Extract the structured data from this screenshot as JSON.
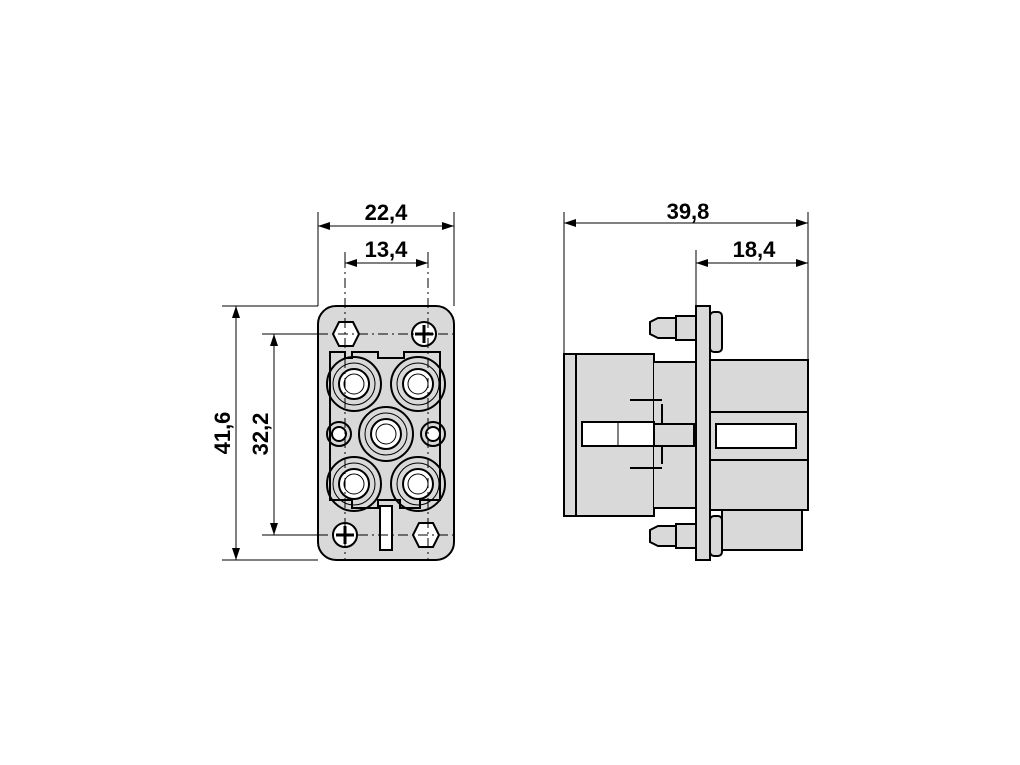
{
  "drawing": {
    "front_view": {
      "dim_width_outer": "22,4",
      "dim_width_inner": "13,4",
      "dim_height_outer": "41,6",
      "dim_height_inner": "32,2"
    },
    "side_view": {
      "dim_length_total": "39,8",
      "dim_length_rear": "18,4"
    },
    "colors": {
      "fill": "#d9d9d9",
      "line": "#000000",
      "background": "#ffffff"
    }
  }
}
